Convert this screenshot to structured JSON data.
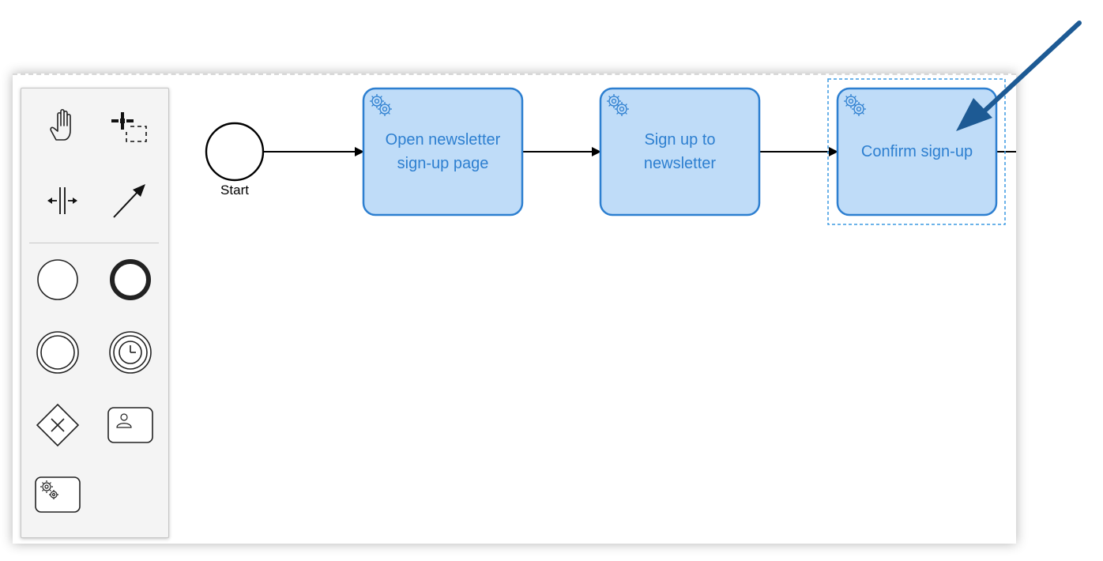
{
  "palette": {
    "tools": [
      {
        "id": "hand-tool",
        "icon": "hand-icon"
      },
      {
        "id": "lasso-tool",
        "icon": "lasso-select-icon"
      },
      {
        "id": "space-tool",
        "icon": "space-icon"
      },
      {
        "id": "connect-tool",
        "icon": "connect-arrow-icon"
      },
      {
        "id": "start-event",
        "icon": "start-event-icon"
      },
      {
        "id": "end-event",
        "icon": "end-event-icon"
      },
      {
        "id": "intermediate-event",
        "icon": "intermediate-event-icon"
      },
      {
        "id": "timer-event",
        "icon": "timer-event-icon"
      },
      {
        "id": "exclusive-gateway",
        "icon": "exclusive-gateway-icon"
      },
      {
        "id": "user-task",
        "icon": "user-task-icon"
      },
      {
        "id": "service-task",
        "icon": "service-task-icon"
      }
    ]
  },
  "diagram": {
    "start_event": {
      "label": "Start"
    },
    "tasks": [
      {
        "label": "Open newsletter sign-up page",
        "icon": "gears-icon"
      },
      {
        "label": "Sign up to newsletter",
        "icon": "gears-icon"
      },
      {
        "label": "Confirm sign-up",
        "icon": "gears-icon",
        "selected": true
      }
    ]
  },
  "colors": {
    "task_fill": "#bfdcf8",
    "task_stroke": "#2d7fd0",
    "selection": "#3b9ae2",
    "annotation_arrow": "#1d5a94"
  }
}
